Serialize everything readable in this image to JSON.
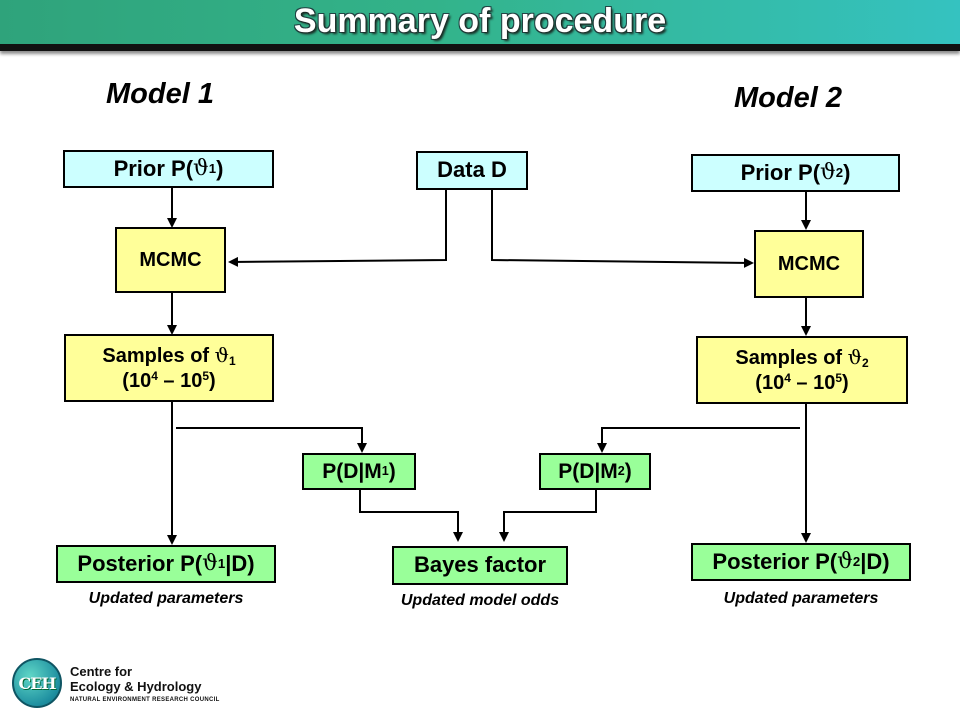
{
  "slide": {
    "title": "Summary of procedure",
    "model1_label": "Model 1",
    "model2_label": "Model 2"
  },
  "boxes": {
    "prior1": {
      "prefix": "Prior P(",
      "symbol": "ϑ",
      "sub": "1",
      "suffix": ")"
    },
    "prior2": {
      "prefix": "Prior P(",
      "symbol": "ϑ",
      "sub": "2",
      "suffix": ")"
    },
    "data": "Data D",
    "mcmc1": "MCMC",
    "mcmc2": "MCMC",
    "samples1": {
      "line1_prefix": "Samples of ",
      "symbol": "ϑ",
      "sub": "1",
      "open": "(10",
      "exp1": "4",
      "mid": " – 10",
      "exp2": "5",
      "close": ")"
    },
    "samples2": {
      "line1_prefix": "Samples of ",
      "symbol": "ϑ",
      "sub": "2",
      "open": "(10",
      "exp1": "4",
      "mid": " – 10",
      "exp2": "5",
      "close": ")"
    },
    "pdm1": {
      "prefix": "P(D|M",
      "sub": "1",
      "suffix": ")"
    },
    "pdm2": {
      "prefix": "P(D|M",
      "sub": "2",
      "suffix": ")"
    },
    "posterior1": {
      "prefix": "Posterior P(",
      "symbol": "ϑ",
      "sub": "1",
      "suffix": "|D)"
    },
    "posterior2": {
      "prefix": "Posterior P(",
      "symbol": "ϑ",
      "sub": "2",
      "suffix": "|D)"
    },
    "bayes": "Bayes factor"
  },
  "captions": {
    "posterior1": "Updated parameters",
    "bayes": "Updated model odds",
    "posterior2": "Updated parameters"
  },
  "logo": {
    "letters": "CEH",
    "line1": "Centre for",
    "line2": "Ecology & Hydrology",
    "line3": "NATURAL ENVIRONMENT RESEARCH COUNCIL"
  },
  "colors": {
    "prior_box": "#ccffff",
    "process_box": "#ffff99",
    "output_box": "#99ff99",
    "title_bar": "#33b38a"
  }
}
